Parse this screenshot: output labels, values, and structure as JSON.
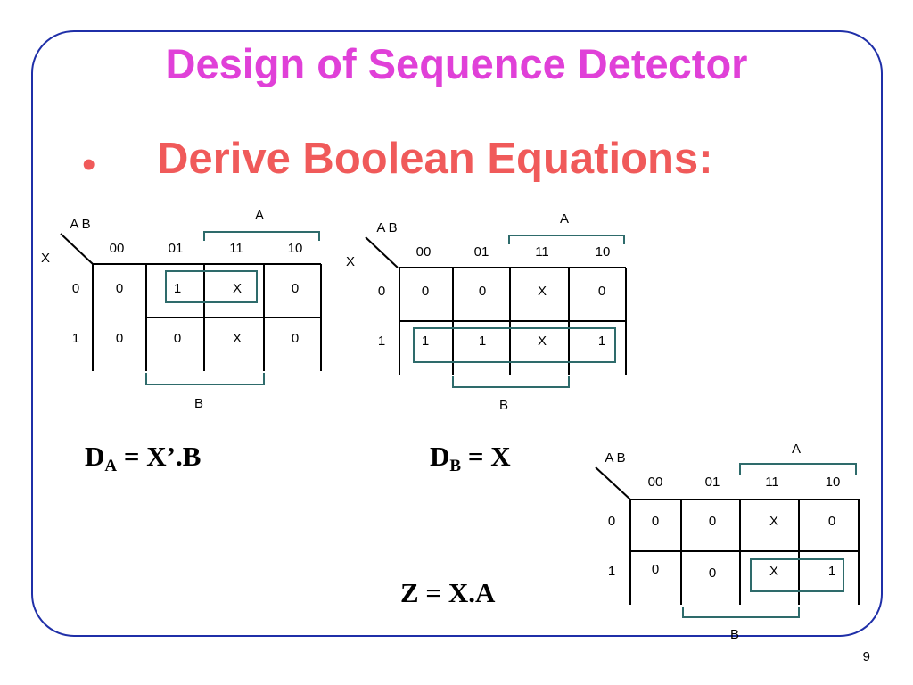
{
  "title": "Design of Sequence Detector",
  "bullet": "•",
  "subtitle": "Derive Boolean Equations:",
  "kmaps": [
    {
      "corner_label": "A B",
      "row_var": "X",
      "col_headers": [
        "00",
        "01",
        "11",
        "10"
      ],
      "row_headers": [
        "0",
        "1"
      ],
      "cells": [
        [
          "0",
          "1",
          "X",
          "0"
        ],
        [
          "0",
          "0",
          "X",
          "0"
        ]
      ],
      "top_bracket": "A",
      "bottom_bracket": "B"
    },
    {
      "corner_label": "A B",
      "row_var": "X",
      "col_headers": [
        "00",
        "01",
        "11",
        "10"
      ],
      "row_headers": [
        "0",
        "1"
      ],
      "cells": [
        [
          "0",
          "0",
          "X",
          "0"
        ],
        [
          "1",
          "1",
          "X",
          "1"
        ]
      ],
      "top_bracket": "A",
      "bottom_bracket": "B"
    },
    {
      "corner_label": "A B",
      "col_headers": [
        "00",
        "01",
        "11",
        "10"
      ],
      "row_headers": [
        "0",
        "1"
      ],
      "cells": [
        [
          "0",
          "0",
          "X",
          "0"
        ],
        [
          "0",
          "0",
          "X",
          "1"
        ]
      ],
      "top_bracket": "A",
      "bottom_bracket": "B"
    }
  ],
  "equations": {
    "da": {
      "lhs": "D",
      "sub": "A",
      "rhs": " = X’.B"
    },
    "db": {
      "lhs": "D",
      "sub": "B",
      "rhs": " = X"
    },
    "z": "Z = X.A"
  },
  "page_number": "9",
  "colors": {
    "title": "#e040d8",
    "subtitle": "#f05a5a",
    "frame": "#1f2fa8",
    "group_box": "#2e6b6b"
  }
}
